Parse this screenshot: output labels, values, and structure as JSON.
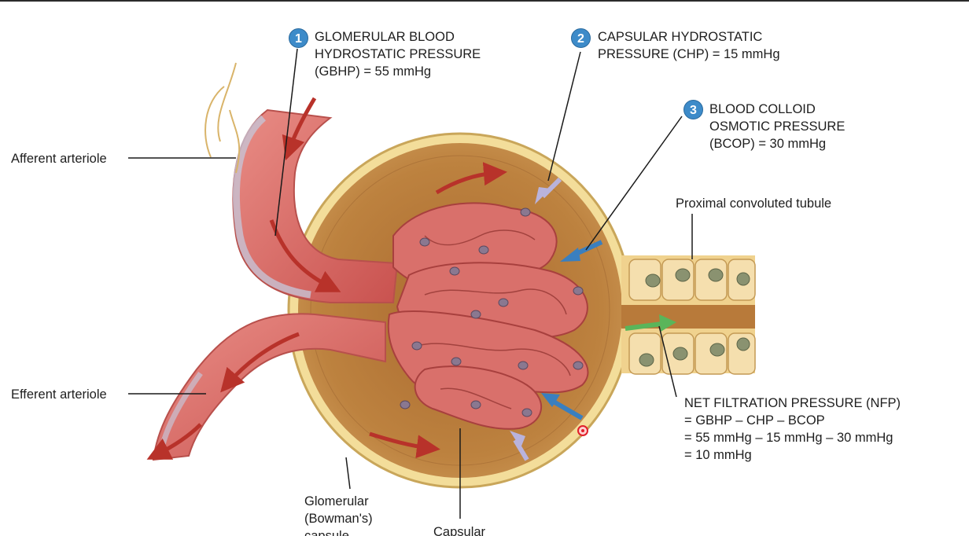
{
  "labels": {
    "gbhp": {
      "number": "1",
      "line1": "GLOMERULAR BLOOD",
      "line2": "HYDROSTATIC PRESSURE",
      "line3": "(GBHP) = 55 mmHg"
    },
    "chp": {
      "number": "2",
      "line1": "CAPSULAR HYDROSTATIC",
      "line2": "PRESSURE (CHP) = 15 mmHg"
    },
    "bcop": {
      "number": "3",
      "line1": "BLOOD COLLOID",
      "line2": "OSMOTIC PRESSURE",
      "line3": "(BCOP) = 30 mmHg"
    },
    "proximal": "Proximal convoluted tubule",
    "afferent": "Afferent arteriole",
    "efferent": "Efferent arteriole",
    "nfp": {
      "line1": "NET FILTRATION PRESSURE (NFP)",
      "line2": "= GBHP – CHP – BCOP",
      "line3": "= 55 mmHg – 15 mmHg – 30 mmHg",
      "line4": "= 10 mmHg"
    },
    "bowman": {
      "line1": "Glomerular",
      "line2": "(Bowman's)",
      "line3": "capsule"
    },
    "capsular_space": "Capsular"
  },
  "colors": {
    "badge": "#3d8bc9",
    "vessel": "#d96b6a",
    "vessel_dark": "#a8403e",
    "capsule_space": "#b87a3a",
    "capsule_wall": "#e8c97a",
    "tubule_cell": "#f2d59a",
    "arrow_red": "#b8322a",
    "arrow_blue": "#3a7fbf",
    "arrow_lavender": "#b9b3dc",
    "arrow_green": "#5ab55a"
  }
}
